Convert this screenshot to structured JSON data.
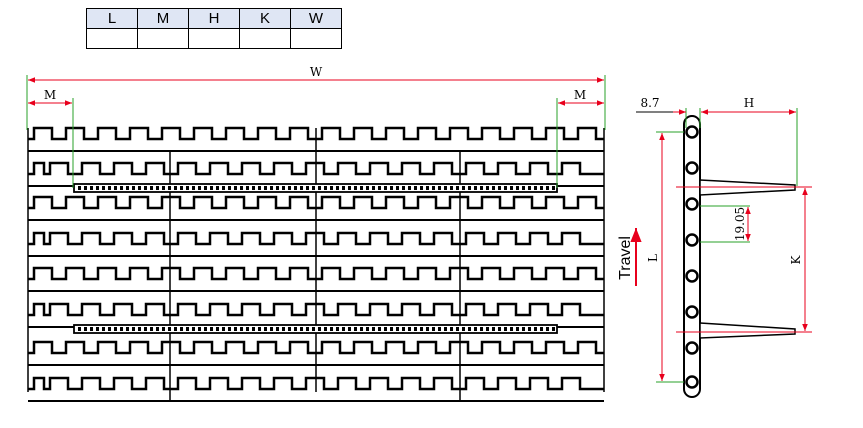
{
  "spec_table": {
    "headers": [
      "L",
      "M",
      "H",
      "K",
      "W"
    ],
    "values": [
      "",
      "",
      "",
      "",
      ""
    ]
  },
  "top_view": {
    "width_label": "W",
    "left_margin_label": "M",
    "right_margin_label": "M"
  },
  "side_view": {
    "thickness_label": "8.7",
    "flight_height_label": "H",
    "pitch_label": "19.05",
    "length_label": "L",
    "flight_spacing_label": "K",
    "direction_label": "Travel"
  },
  "colors": {
    "line": "#000000",
    "dimension": "#e8001c",
    "extension": "#2aa02a",
    "header_fill": "#dfe6f4"
  }
}
